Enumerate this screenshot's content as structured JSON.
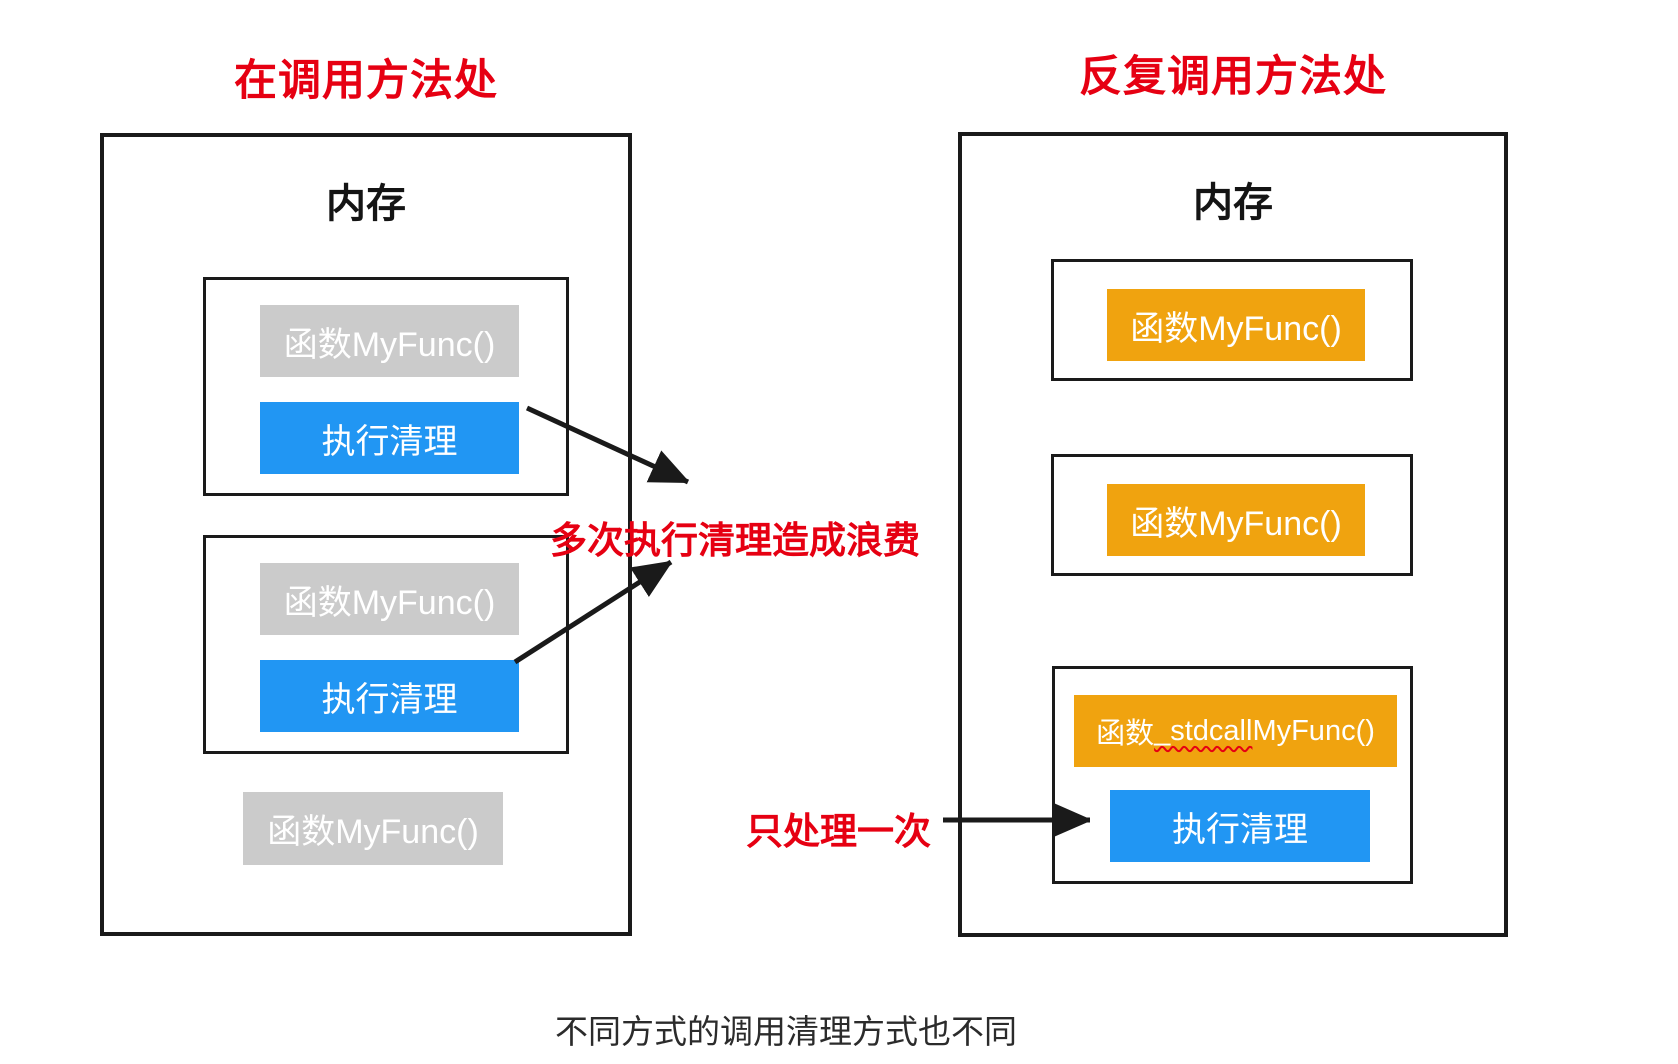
{
  "diagram": {
    "left": {
      "title": "在调用方法处",
      "memory_label": "内存",
      "frames": [
        {
          "func": "函数MyFunc()",
          "cleanup": "执行清理"
        },
        {
          "func": "函数MyFunc()",
          "cleanup": "执行清理"
        }
      ],
      "plain_func": "函数MyFunc()"
    },
    "right": {
      "title": "反复调用方法处",
      "memory_label": "内存",
      "funcs": [
        "函数MyFunc()",
        "函数MyFunc()"
      ],
      "stdcall_frame": {
        "func_prefix": "函数",
        "func_stdcall": "_stdcall",
        "func_suffix": " MyFunc()",
        "cleanup": "执行清理"
      }
    },
    "annotations": {
      "waste": "多次执行清理造成浪费",
      "once": "只处理一次"
    },
    "caption": "不同方式的调用清理方式也不同",
    "colors": {
      "annotation_red": "#e60012",
      "cleanup_blue": "#2196f3",
      "func_gray": "#cbcbcb",
      "func_orange": "#f0a30f",
      "line_black": "#1a1a1a"
    }
  }
}
